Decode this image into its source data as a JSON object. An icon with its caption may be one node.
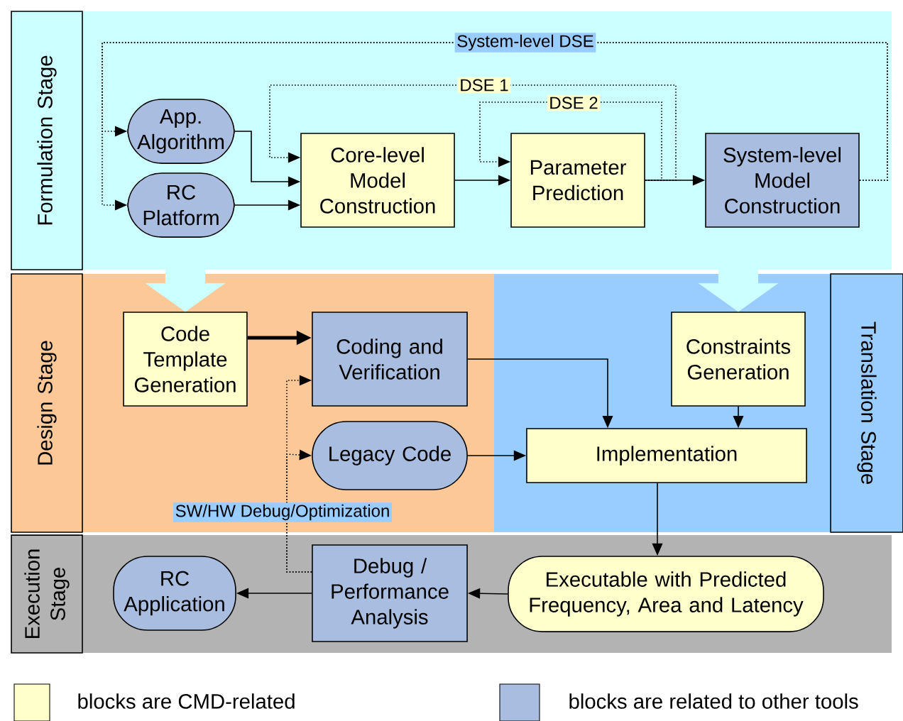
{
  "diagram": {
    "nodes": [
      {
        "text": [
          "Formulation Stage"
        ]
      },
      {
        "text": [
          "App. Algorithm"
        ]
      },
      {
        "text": [
          "RC Platform"
        ]
      },
      {
        "text": [
          "Core-level Model Construction"
        ]
      },
      {
        "text": [
          "Parameter Prediction"
        ]
      },
      {
        "text": [
          "System-level Model Construction"
        ]
      },
      {
        "text": [
          "Design Stage"
        ]
      },
      {
        "text": [
          "Code Template Generation"
        ]
      },
      {
        "text": [
          "Coding and Verification"
        ]
      },
      {
        "text": [
          "Constraints Generation"
        ]
      },
      {
        "text": [
          "Legacy Code"
        ]
      },
      {
        "text": [
          "Implementation"
        ]
      },
      {
        "text": [
          "Translation Stage"
        ]
      },
      {
        "text": [
          "Execution Stage"
        ]
      },
      {
        "text": [
          "RC Application"
        ]
      },
      {
        "text": [
          "Debug / Performance Analysis"
        ]
      },
      {
        "text": [
          "Executable with Predicted Frequency, Area and Latency"
        ]
      }
    ],
    "edges": [
      {
        "from": 1,
        "to": 3,
        "arrow": "to"
      },
      {
        "from": 2,
        "to": 3,
        "arrow": "to"
      },
      {
        "from": 3,
        "to": 4,
        "arrow": "to"
      },
      {
        "from": 4,
        "to": 5,
        "arrow": "to"
      },
      {
        "from": 4,
        "to": 3,
        "arrow": "to",
        "label": "DSE 1",
        "style": "dashed"
      },
      {
        "from": 4,
        "to": 4,
        "arrow": "to",
        "label": "DSE 2",
        "style": "dashed"
      },
      {
        "from": 5,
        "to": 1,
        "arrow": "to",
        "label": "System-level DSE",
        "style": "dashed"
      },
      {
        "from": 5,
        "to": 2,
        "arrow": "to",
        "style": "dashed"
      },
      {
        "from": null,
        "to": 7,
        "arrow": "to",
        "style": "thick",
        "color": "#ccffff"
      },
      {
        "from": null,
        "to": 9,
        "arrow": "to",
        "style": "thick",
        "color": "#ccffff"
      },
      {
        "from": 7,
        "to": 8,
        "arrow": "to",
        "style": "thick"
      },
      {
        "from": 8,
        "to": 11,
        "arrow": "to"
      },
      {
        "from": 9,
        "to": 11,
        "arrow": "to"
      },
      {
        "from": 10,
        "to": 11,
        "arrow": "to"
      },
      {
        "from": 11,
        "to": 16,
        "arrow": "to"
      },
      {
        "from": 16,
        "to": 15,
        "arrow": "to"
      },
      {
        "from": 15,
        "to": 14,
        "arrow": "to"
      },
      {
        "from": 15,
        "to": 8,
        "arrow": "to",
        "label": "SW/HW Debug/Optimization",
        "style": "dashed"
      },
      {
        "from": 15,
        "to": 10,
        "arrow": "to",
        "style": "dashed"
      }
    ],
    "legend": [
      {
        "text": "blocks are CMD-related",
        "color": "#ffffcc"
      },
      {
        "text": "blocks are related to other tools",
        "color": "#a8bde0"
      }
    ]
  }
}
